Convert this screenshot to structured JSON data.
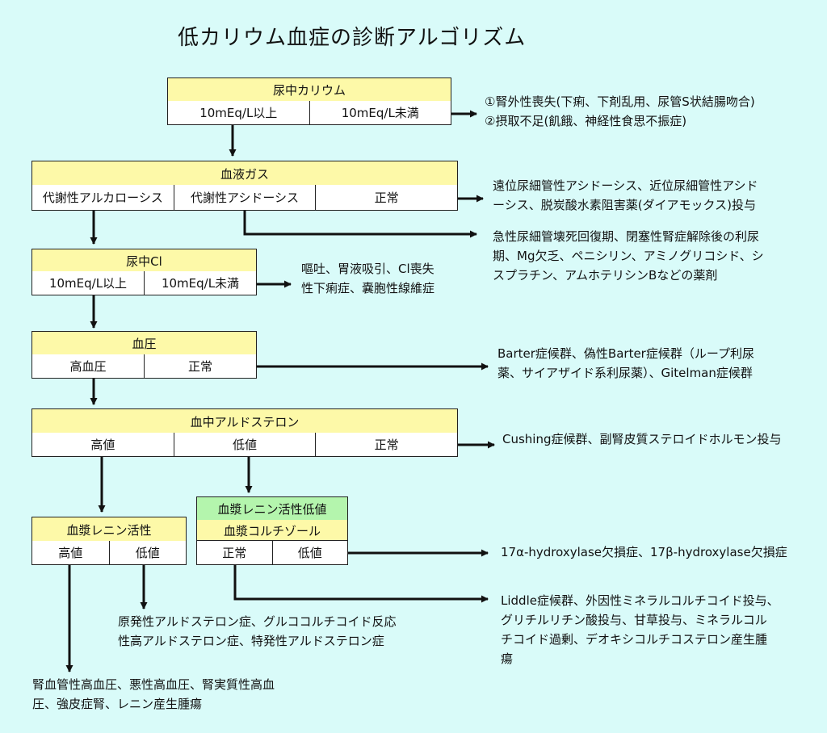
{
  "title": "低カリウム血症の診断アルゴリズム",
  "nodes": {
    "urine_k": {
      "header": "尿中カリウム",
      "cells": [
        "10mEq/L以上",
        "10mEq/L未満"
      ]
    },
    "blood_gas": {
      "header": "血液ガス",
      "cells": [
        "代謝性アルカローシス",
        "代謝性アシドーシス",
        "正常"
      ]
    },
    "urine_cl": {
      "header": "尿中Cl",
      "cells": [
        "10mEq/L以上",
        "10mEq/L未満"
      ]
    },
    "bp": {
      "header": "血圧",
      "cells": [
        "高血圧",
        "正常"
      ]
    },
    "aldosterone": {
      "header": "血中アルドステロン",
      "cells": [
        "高値",
        "低値",
        "正常"
      ]
    },
    "renin": {
      "header": "血漿レニン活性",
      "cells": [
        "高値",
        "低値"
      ]
    },
    "cortisol": {
      "header_top": "血漿レニン活性低値",
      "header": "血漿コルチゾール",
      "cells": [
        "正常",
        "低値"
      ]
    }
  },
  "notes": {
    "extrarenal": [
      "①腎外性喪失(下痢、下剤乱用、尿管S状結腸吻合)",
      "②摂取不足(飢餓、神経性食思不振症)"
    ],
    "acidosis": [
      "遠位尿細管性アシドーシス、近位尿細管性アシド",
      "ーシス、脱炭酸水素阻害薬(ダイアモックス)投与"
    ],
    "normal_gas": [
      "急性尿細管壊死回復期、閉塞性腎症解除後の利尿",
      "期、Mg欠乏、ペニシリン、アミノグリコシド、シ",
      "スプラチン、アムホテリシンBなどの薬剤"
    ],
    "low_cl": [
      "嘔吐、胃液吸引、Cl喪失",
      "性下痢症、嚢胞性線維症"
    ],
    "normal_bp": [
      "Barter症候群、偽性Barter症候群（ループ利尿",
      "薬、サイアザイド系利尿薬）、Gitelman症候群"
    ],
    "normal_aldo": [
      "Cushing症候群、副腎皮質ステロイドホルモン投与"
    ],
    "low_cortisol": [
      "17α-hydroxylase欠損症、17β-hydroxylase欠損症"
    ],
    "normal_cortisol": [
      "Liddle症候群、外因性ミネラルコルチコイド投与、",
      "グリチルリチン酸投与、甘草投与、ミネラルコル",
      "チコイド過剰、デオキシコルチコステロン産生腫",
      "瘍"
    ],
    "low_renin": [
      "原発性アルドステロン症、グルココルチコイド反応",
      "性高アルドステロン症、特発性アルドステロン症"
    ],
    "high_renin": [
      "腎血管性高血圧、悪性高血圧、腎実質性高血",
      "圧、強皮症腎、レニン産生腫瘍"
    ]
  }
}
